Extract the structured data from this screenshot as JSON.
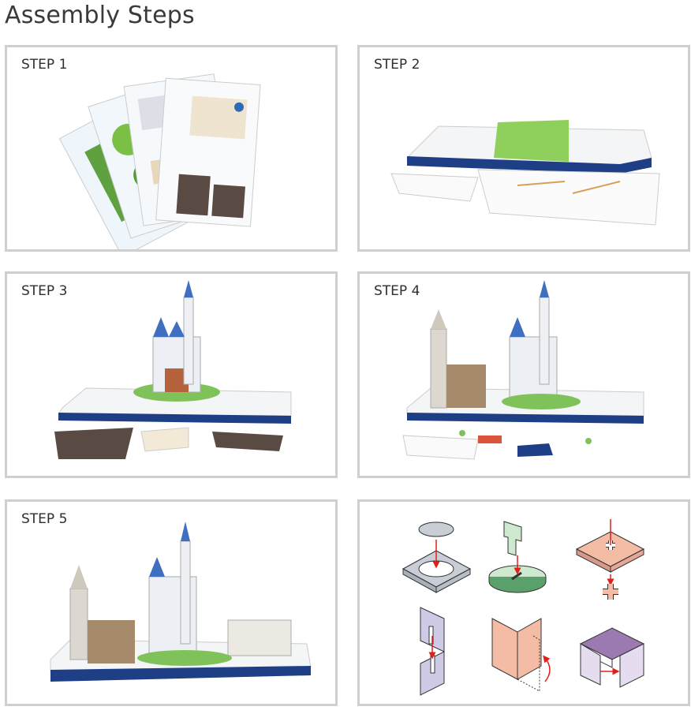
{
  "title": "Assembly Steps",
  "steps": [
    {
      "label": "STEP 1"
    },
    {
      "label": "STEP 2"
    },
    {
      "label": "STEP 3"
    },
    {
      "label": "STEP 4"
    },
    {
      "label": "STEP 5"
    }
  ],
  "colors": {
    "border": "#cfcfcf",
    "base": "#1e3f86",
    "grass": "#7fc25a",
    "roof": "#3f6fc0",
    "arrow": "#e0201b"
  }
}
